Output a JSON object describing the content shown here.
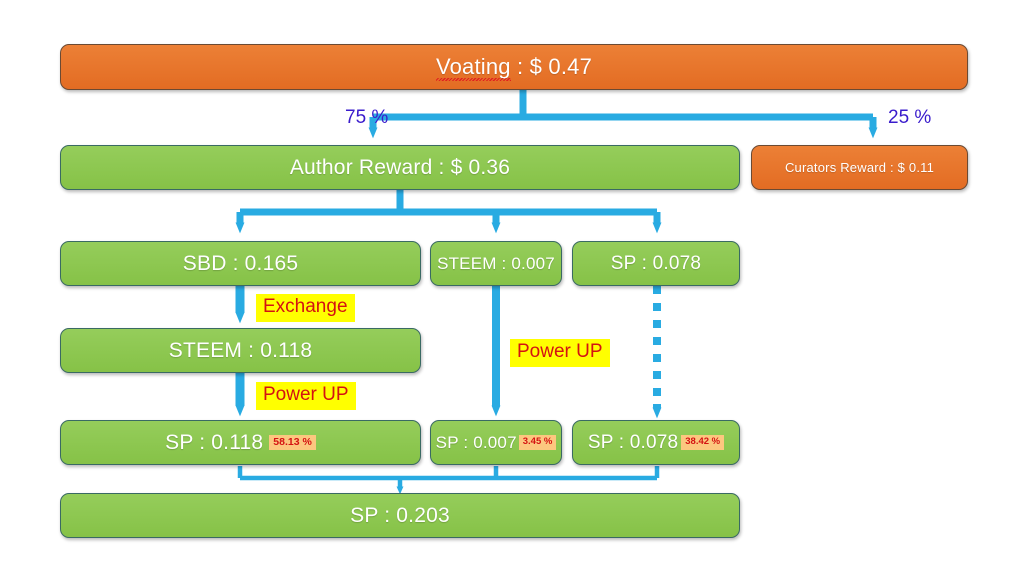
{
  "diagram": {
    "title_note": "Steem post reward distribution flow",
    "colors": {
      "green_node": "#8cc751",
      "orange_node": "#e8762c",
      "node_border": "#3a6a63",
      "arrow": "#29abe2",
      "tag_bg": "#ffff00",
      "tag_text": "#d41212",
      "badge_bg": "#fcc77f",
      "badge_text": "#d41212",
      "percent_text": "#3a1ccc"
    },
    "nodes": {
      "voting": {
        "label": "Voating : $ 0.47",
        "word_misspelled": "Voating",
        "rest": " : $ 0.47"
      },
      "author_reward": {
        "label": "Author Reward : $ 0.36"
      },
      "curators_reward": {
        "label": "Curators Reward : $ 0.11"
      },
      "sbd": {
        "label": "SBD : 0.165"
      },
      "steem_small": {
        "label": "STEEM : 0.007"
      },
      "sp_small": {
        "label": "SP : 0.078"
      },
      "steem_exchanged": {
        "label": "STEEM : 0.118"
      },
      "sp_from_sbd": {
        "label": "SP : 0.118",
        "badge": "58.13 %"
      },
      "sp_from_steem": {
        "label": "SP : 0.007",
        "badge": "3.45 %"
      },
      "sp_direct": {
        "label": "SP : 0.078",
        "badge": "38.42 %"
      },
      "sp_total": {
        "label": "SP : 0.203"
      }
    },
    "split_labels": {
      "author_share": "75 %",
      "curators_share": "25 %"
    },
    "edge_tags": {
      "exchange": "Exchange",
      "power_up_sbd": "Power UP",
      "power_up_steem": "Power UP"
    }
  }
}
